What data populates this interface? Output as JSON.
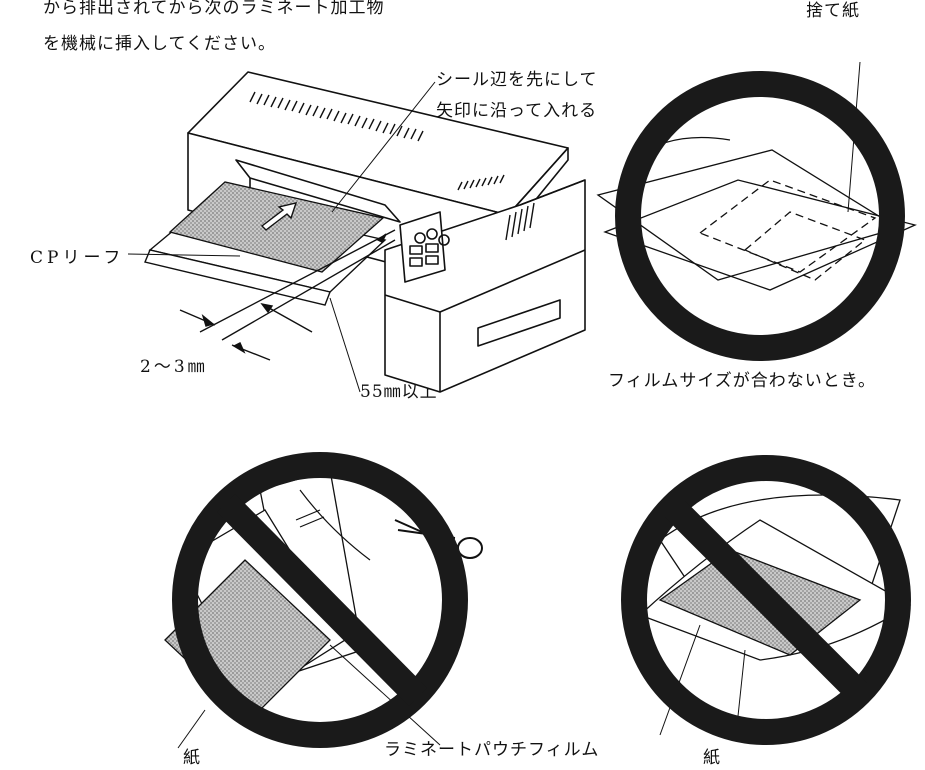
{
  "intro": {
    "line1": "から排出されてから次のラミネート加工物",
    "line2": "を機械に挿入してください。"
  },
  "labels": {
    "discard_paper": "捨て紙",
    "seal_edge_line1": "シール辺を先にして",
    "seal_edge_line2": "矢印に沿って入れる",
    "cp_leaf": "CPリーフ",
    "gap": "2～3㎜",
    "min_length": "55㎜以上",
    "size_mismatch": "フィルムサイズが合わないとき。",
    "paper_left": "紙",
    "pouch_film": "ラミネートパウチフィルム",
    "paper_right": "紙"
  },
  "colors": {
    "ink": "#111111",
    "prohibition_ring": "#1a1a1a",
    "halftone": "#b8b8b8"
  }
}
